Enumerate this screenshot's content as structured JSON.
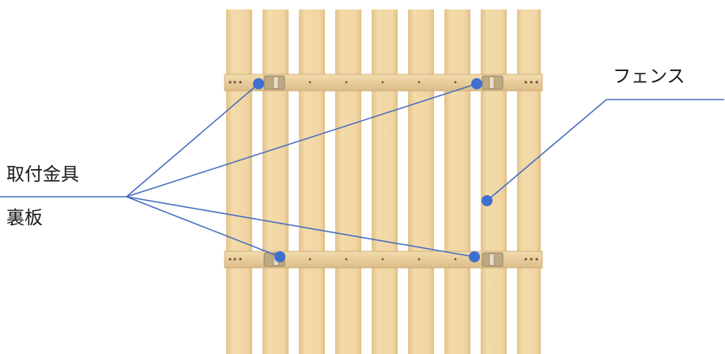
{
  "labels": {
    "fence": "フェンス",
    "mounting_bracket": "取付金具",
    "back_board": "裏板"
  },
  "colors": {
    "slat": "#f1d7a6",
    "slat_shade": "#e6c48c",
    "rail": "#ecd2a2",
    "bracket": "#b7a483",
    "line": "#4a6fc0",
    "dot": "#3f6fd1"
  }
}
